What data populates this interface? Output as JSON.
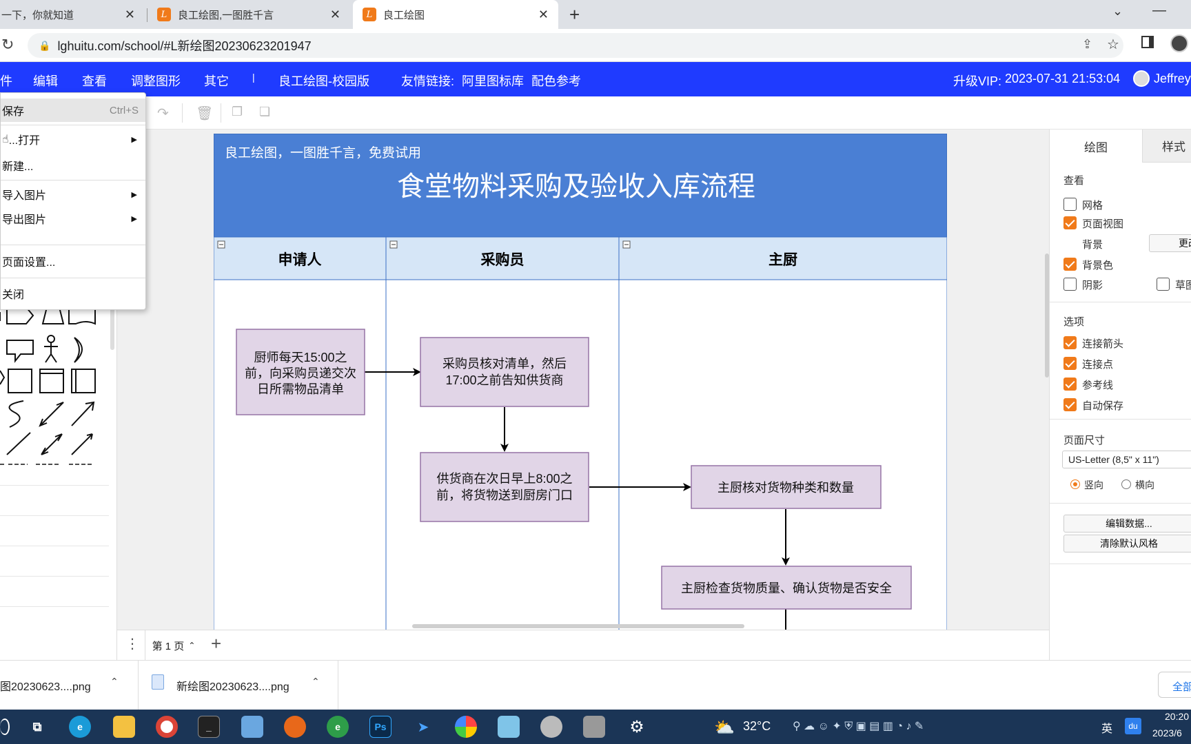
{
  "browser": {
    "tabs": [
      {
        "title": "一下，你就知道"
      },
      {
        "title": "良工绘图,一图胜千言"
      },
      {
        "title": "良工绘图"
      }
    ],
    "url": "lghuitu.com/school/#L新绘图20230623201947"
  },
  "app_header": {
    "menus": [
      "件",
      "编辑",
      "查看",
      "调整图形",
      "其它"
    ],
    "divider": "|",
    "edition": "良工绘图-校园版",
    "links_label": "友情链接:",
    "link1": "阿里图标库",
    "link2": "配色参考",
    "vip": "升级VIP:",
    "vip_date": "2023-07-31 21:53:04",
    "user": "Jeffrey"
  },
  "file_menu": {
    "save": "保存",
    "save_shortcut": "Ctrl+S",
    "open": "...打开",
    "new": "新建...",
    "import": "导入图片",
    "export": "导出图片",
    "page_setup": "页面设置...",
    "close": "关闭"
  },
  "diagram": {
    "subtitle": "良工绘图，一图胜千言，免费试用",
    "title": "食堂物料采购及验收入库流程",
    "lanes": [
      "申请人",
      "采购员",
      "主厨"
    ],
    "nodes": {
      "n1": [
        "厨师每天15:00之",
        "前，向采购员递交次",
        "日所需物品清单"
      ],
      "n2": [
        "采购员核对清单，然后",
        "17:00之前告知供货商"
      ],
      "n3": [
        "供货商在次日早上8:00之",
        "前，将货物送到厨房门口"
      ],
      "n4": [
        "主厨核对货物种类和数量"
      ],
      "n5": [
        "主厨检查货物质量、确认货物是否安全"
      ]
    },
    "colors": {
      "header": "#4a7fd4",
      "lane": "#d6e6f7",
      "node_fill": "#e1d5e7",
      "node_border": "#9673a6"
    }
  },
  "right_panel": {
    "tab_draw": "绘图",
    "tab_style": "样式",
    "view_heading": "查看",
    "grid": "网格",
    "page_view": "页面视图",
    "background": "背景",
    "background_btn": "更改",
    "bg_color": "背景色",
    "shadow": "阴影",
    "sketch": "草图",
    "options_heading": "选项",
    "connect_arrows": "连接箭头",
    "connect_points": "连接点",
    "guides": "参考线",
    "autosave": "自动保存",
    "page_size_heading": "页面尺寸",
    "page_size": "US-Letter (8,5\" x 11\")",
    "portrait": "竖向",
    "landscape": "横向",
    "edit_data": "编辑数据...",
    "clear_style": "清除默认风格"
  },
  "page_bar": {
    "page_tab": "第 1 页"
  },
  "downloads": {
    "file1": "图20230623....png",
    "file2": "新绘图20230623....png",
    "show_all": "全部"
  },
  "taskbar": {
    "weather": "32°C",
    "ime": "英",
    "time": "20:20",
    "date": "2023/6"
  }
}
